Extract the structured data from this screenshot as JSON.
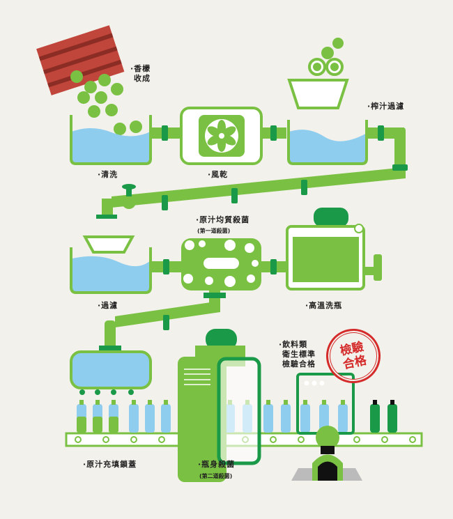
{
  "colors": {
    "green": "#7ac143",
    "dark_green": "#1a9a48",
    "water": "#8fcdef",
    "stamp": "#d42a2a",
    "crate": "#c0453a"
  },
  "steps": {
    "harvest": [
      "·香檬",
      "收成"
    ],
    "wash": "·清洗",
    "air_dry": "·風乾",
    "press_filter": "·榨汁過濾",
    "homogenize": "·原汁均質殺菌",
    "homogenize_note": "(第一道殺菌)",
    "filter": "·過濾",
    "bottle_wash": "·高溫洗瓶",
    "inspection": [
      "·飲料類",
      "衛生標準",
      "檢驗合格"
    ],
    "fill_cap": "·原汁充填鎖蓋",
    "bottle_sterilize": "·瓶身殺菌",
    "bottle_sterilize_note": "(第二道殺菌)"
  },
  "stamp": [
    "檢驗",
    "合格"
  ]
}
